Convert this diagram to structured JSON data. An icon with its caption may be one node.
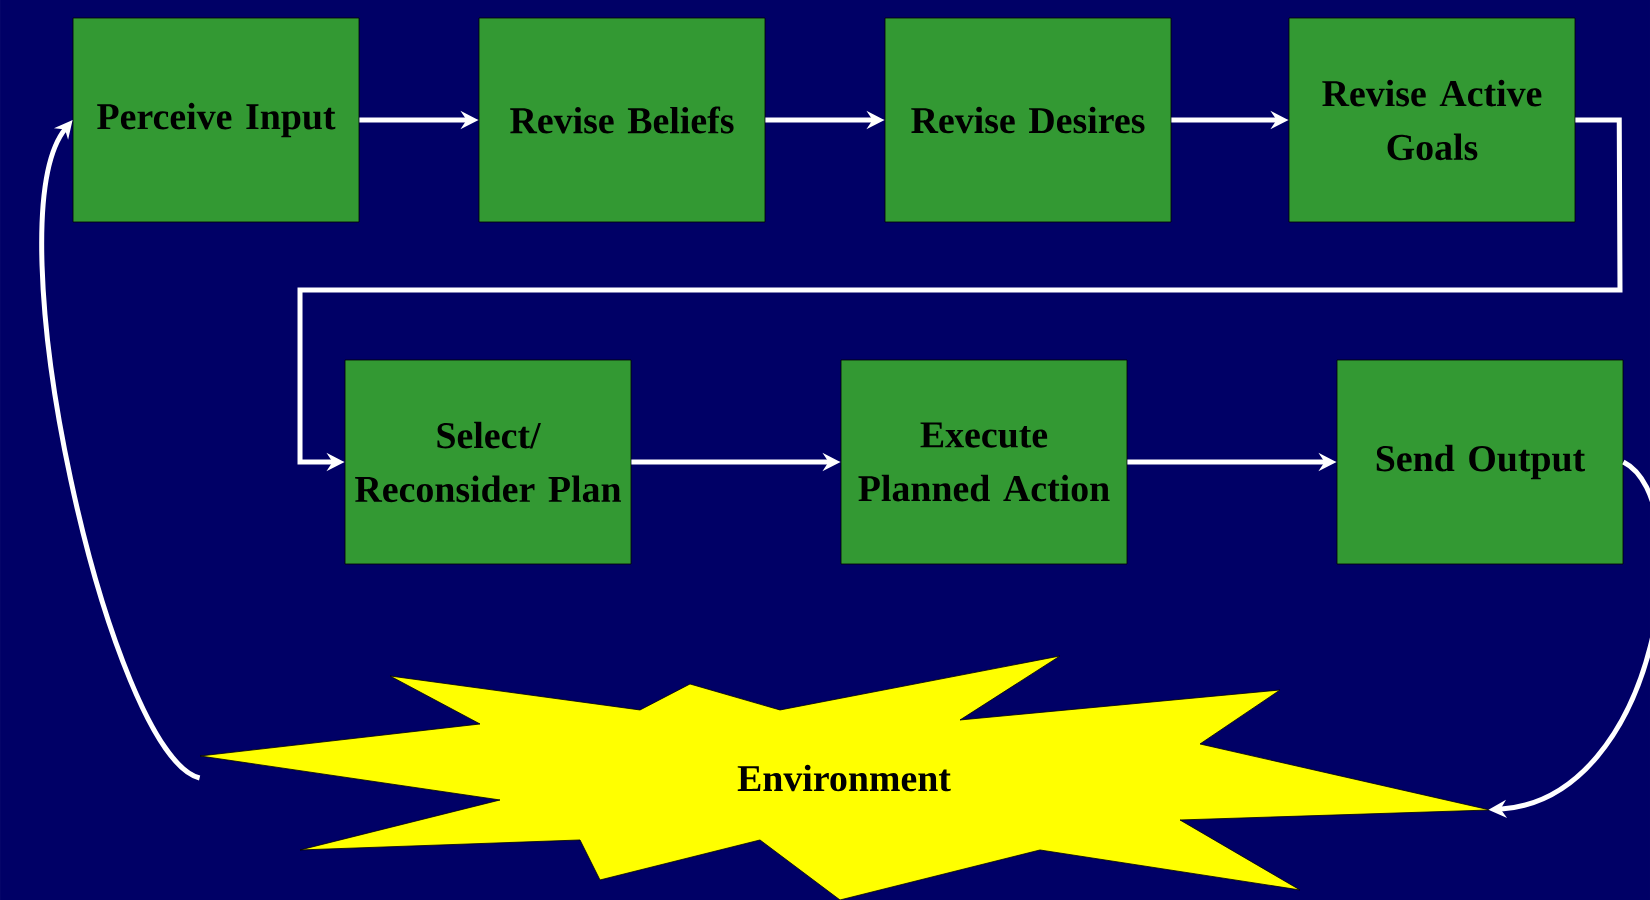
{
  "diagram": {
    "nodes": [
      {
        "text": [
          "Perceive Input"
        ]
      },
      {
        "text": [
          "Revise Beliefs"
        ]
      },
      {
        "text": [
          "Revise Desires"
        ]
      },
      {
        "text": [
          "Revise Active Goals"
        ]
      },
      {
        "text": [
          "Select/ Reconsider Plan"
        ]
      },
      {
        "text": [
          "Execute Planned Action"
        ]
      },
      {
        "text": [
          "Send Output"
        ]
      },
      {
        "text": [
          "Environment"
        ]
      }
    ],
    "edges": [
      {
        "from": 0,
        "to": 1,
        "arrow": "to"
      },
      {
        "from": 1,
        "to": 2,
        "arrow": "to"
      },
      {
        "from": 2,
        "to": 3,
        "arrow": "to"
      },
      {
        "from": 3,
        "to": 4,
        "arrow": "to"
      },
      {
        "from": 4,
        "to": 5,
        "arrow": "to"
      },
      {
        "from": 5,
        "to": 6,
        "arrow": "to"
      },
      {
        "from": 6,
        "to": 7,
        "arrow": "to"
      },
      {
        "from": 7,
        "to": 0,
        "arrow": "to"
      }
    ]
  }
}
